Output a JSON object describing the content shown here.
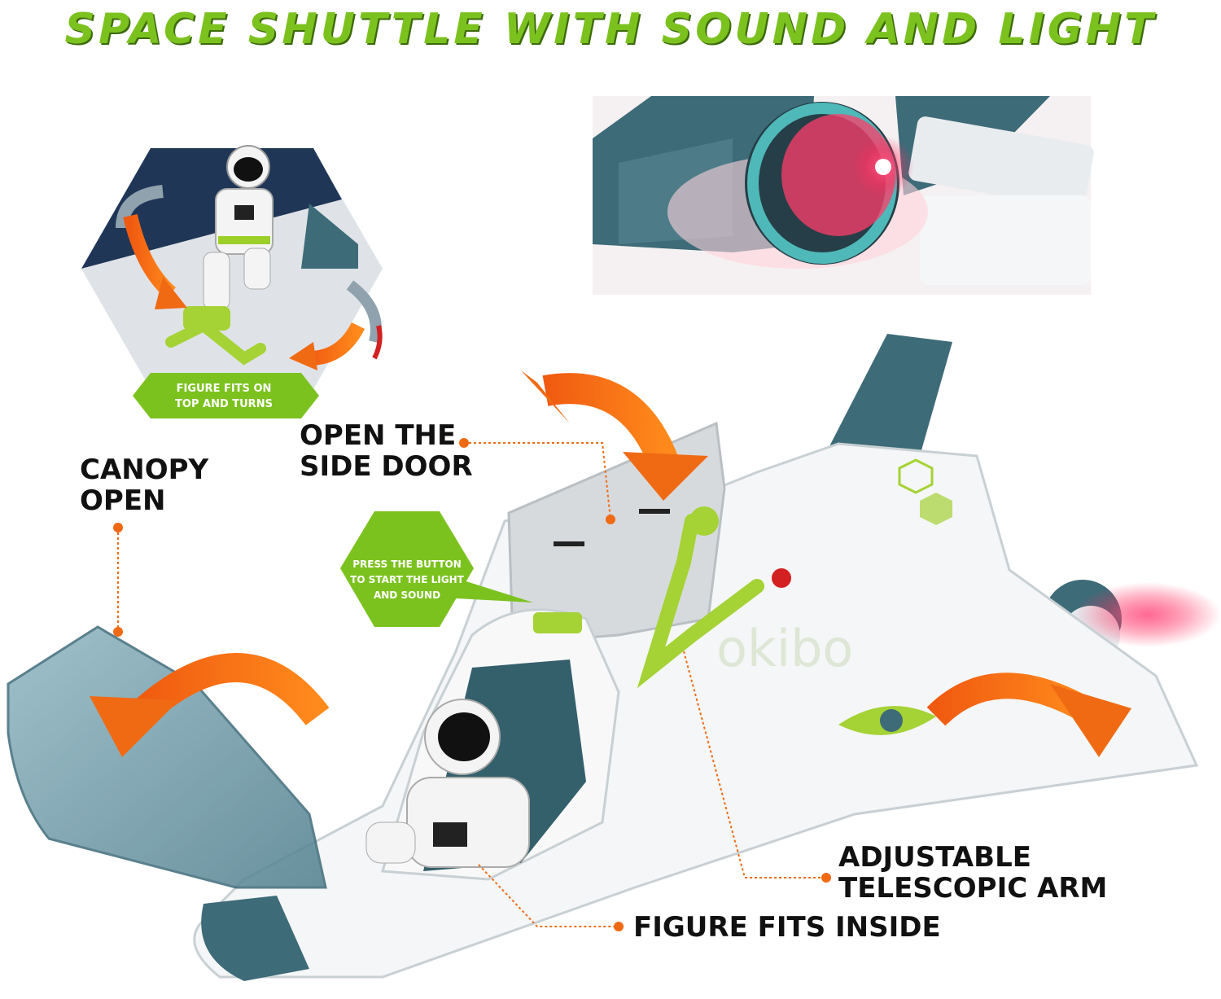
{
  "headline": "SPACE SHUTTLE WITH SOUND AND LIGHT",
  "badges": {
    "figure_top": "FIGURE FITS ON\nTOP AND TURNS",
    "press_button": "PRESS THE BUTTON\nTO START THE LIGHT\nAND SOUND"
  },
  "callouts": {
    "canopy": "CANOPY\nOPEN",
    "side_door": "OPEN THE\nSIDE DOOR",
    "arm": "ADJUSTABLE\nTELESCOPIC ARM",
    "figure_inside": "FIGURE FITS INSIDE"
  },
  "watermark": "okibo",
  "colors": {
    "headline": "#7cc21f",
    "accent_orange": "#f06a14",
    "badge_green": "#7cc21f",
    "shuttle_teal": "#3d6b78"
  }
}
